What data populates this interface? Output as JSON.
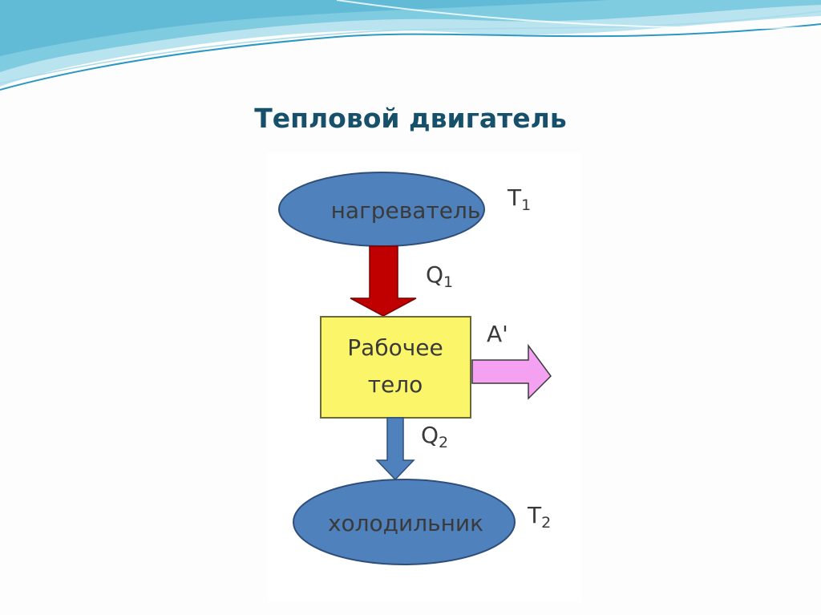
{
  "slide": {
    "title": "Тепловой двигатель"
  },
  "diagram": {
    "heater": {
      "label": "нагреватель",
      "temperature_symbol": "T",
      "temperature_index": "1"
    },
    "heat_in": {
      "symbol": "Q",
      "index": "1"
    },
    "working_body": {
      "line1": "Рабочее",
      "line2": "тело"
    },
    "work": {
      "label": "A'"
    },
    "heat_out": {
      "symbol": "Q",
      "index": "2"
    },
    "cooler": {
      "label": "холодильник",
      "temperature_symbol": "T",
      "temperature_index": "2"
    },
    "colors": {
      "ellipse_fill": "#4f81bd",
      "ellipse_stroke": "#2f4f7a",
      "box_fill": "#fbf56a",
      "box_stroke": "#6a6a38",
      "arrow_in_fill": "#c00000",
      "arrow_out_fill": "#4f81bd",
      "work_arrow_fill": "#f3a1f0"
    }
  }
}
